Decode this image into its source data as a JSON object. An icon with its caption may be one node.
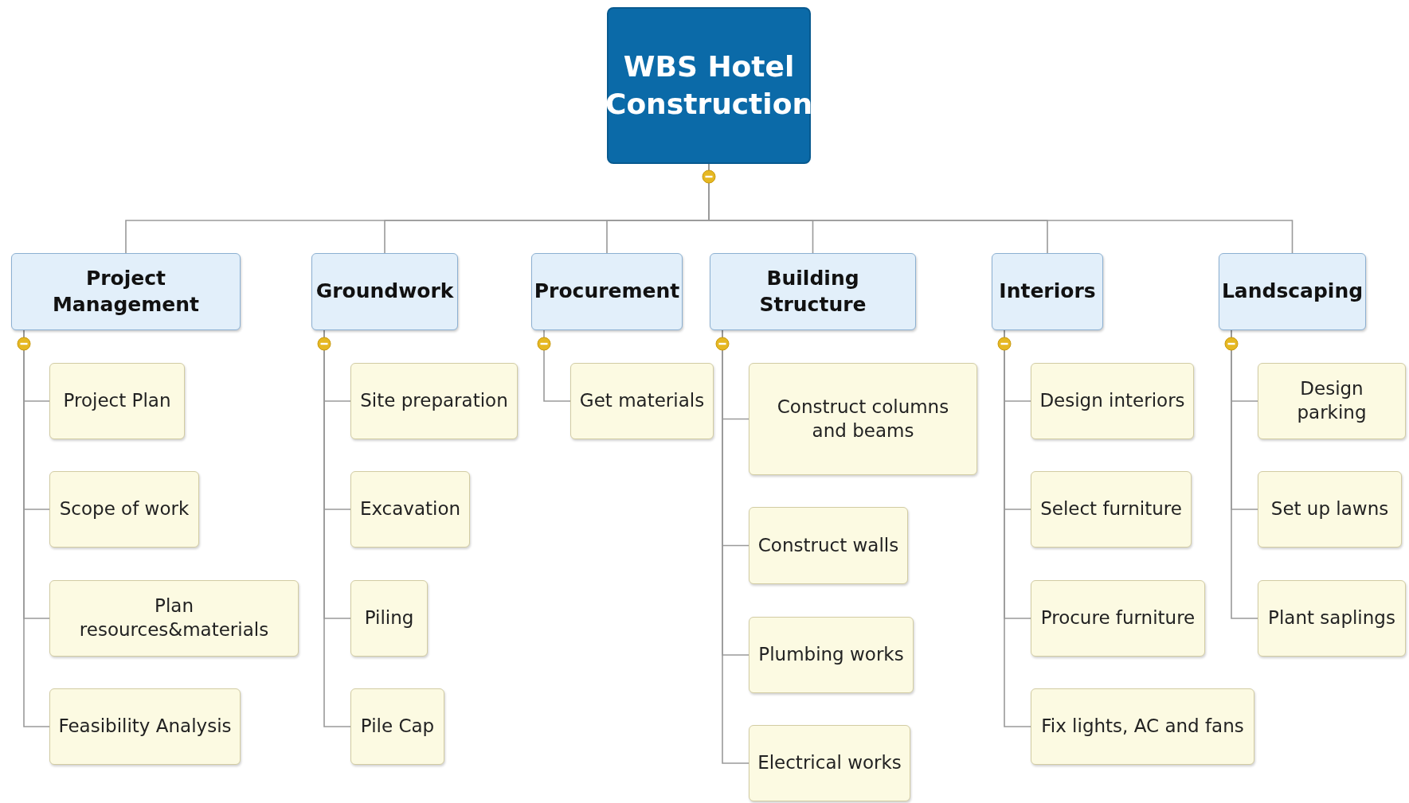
{
  "diagram": {
    "nodes": [
      {
        "text": [
          "WBS Hotel Construction"
        ]
      },
      {
        "text": [
          "Project Management"
        ]
      },
      {
        "text": [
          "Project Plan"
        ]
      },
      {
        "text": [
          "Scope of work"
        ]
      },
      {
        "text": [
          "Plan resources&materials"
        ]
      },
      {
        "text": [
          "Feasibility Analysis"
        ]
      },
      {
        "text": [
          "Groundwork"
        ]
      },
      {
        "text": [
          "Site preparation"
        ]
      },
      {
        "text": [
          "Excavation"
        ]
      },
      {
        "text": [
          "Piling"
        ]
      },
      {
        "text": [
          "Pile Cap"
        ]
      },
      {
        "text": [
          "Procurement"
        ]
      },
      {
        "text": [
          "Get materials"
        ]
      },
      {
        "text": [
          "Building Structure"
        ]
      },
      {
        "text": [
          "Construct columns and beams"
        ]
      },
      {
        "text": [
          "Construct walls"
        ]
      },
      {
        "text": [
          "Plumbing works"
        ]
      },
      {
        "text": [
          "Electrical works"
        ]
      },
      {
        "text": [
          "Interiors"
        ]
      },
      {
        "text": [
          "Design interiors"
        ]
      },
      {
        "text": [
          "Select furniture"
        ]
      },
      {
        "text": [
          "Procure furniture"
        ]
      },
      {
        "text": [
          "Fix lights, AC and fans"
        ]
      },
      {
        "text": [
          "Landscaping"
        ]
      },
      {
        "text": [
          "Design parking"
        ]
      },
      {
        "text": [
          "Set up lawns"
        ]
      },
      {
        "text": [
          "Plant saplings"
        ]
      }
    ],
    "edges": [
      {
        "from": 0,
        "to": 1,
        "arrow": "none"
      },
      {
        "from": 0,
        "to": 6,
        "arrow": "none"
      },
      {
        "from": 0,
        "to": 11,
        "arrow": "none"
      },
      {
        "from": 0,
        "to": 13,
        "arrow": "none"
      },
      {
        "from": 0,
        "to": 18,
        "arrow": "none"
      },
      {
        "from": 0,
        "to": 23,
        "arrow": "none"
      },
      {
        "from": 1,
        "to": 2,
        "arrow": "none"
      },
      {
        "from": 1,
        "to": 3,
        "arrow": "none"
      },
      {
        "from": 1,
        "to": 4,
        "arrow": "none"
      },
      {
        "from": 1,
        "to": 5,
        "arrow": "none"
      },
      {
        "from": 6,
        "to": 7,
        "arrow": "none"
      },
      {
        "from": 6,
        "to": 8,
        "arrow": "none"
      },
      {
        "from": 6,
        "to": 9,
        "arrow": "none"
      },
      {
        "from": 6,
        "to": 10,
        "arrow": "none"
      },
      {
        "from": 11,
        "to": 12,
        "arrow": "none"
      },
      {
        "from": 13,
        "to": 14,
        "arrow": "none"
      },
      {
        "from": 13,
        "to": 15,
        "arrow": "none"
      },
      {
        "from": 13,
        "to": 16,
        "arrow": "none"
      },
      {
        "from": 13,
        "to": 17,
        "arrow": "none"
      },
      {
        "from": 18,
        "to": 19,
        "arrow": "none"
      },
      {
        "from": 18,
        "to": 20,
        "arrow": "none"
      },
      {
        "from": 18,
        "to": 21,
        "arrow": "none"
      },
      {
        "from": 18,
        "to": 22,
        "arrow": "none"
      },
      {
        "from": 23,
        "to": 24,
        "arrow": "none"
      },
      {
        "from": 23,
        "to": 25,
        "arrow": "none"
      },
      {
        "from": 23,
        "to": 26,
        "arrow": "none"
      }
    ]
  }
}
